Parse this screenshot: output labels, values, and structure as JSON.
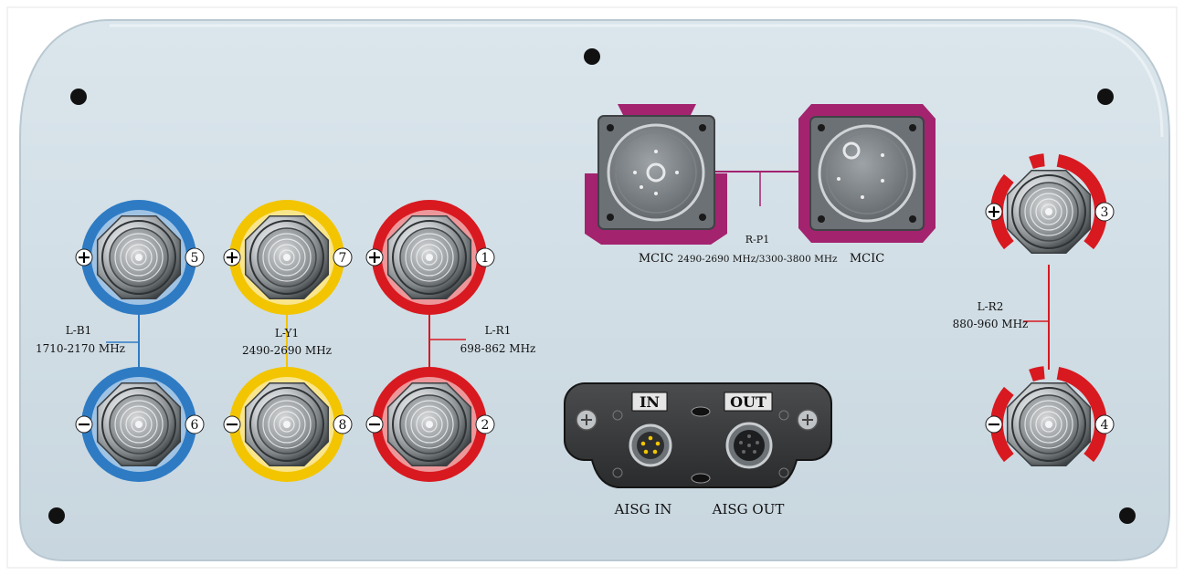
{
  "colors": {
    "blue": "#2e7bc4",
    "yellow": "#f2c500",
    "red": "#d81920",
    "magenta": "#a3236f",
    "panel": "#cfdce4"
  },
  "ports": [
    {
      "id": "5",
      "number": "5",
      "polarity": "+",
      "color": "blue"
    },
    {
      "id": "6",
      "number": "6",
      "polarity": "−",
      "color": "blue"
    },
    {
      "id": "7",
      "number": "7",
      "polarity": "+",
      "color": "yellow"
    },
    {
      "id": "8",
      "number": "8",
      "polarity": "−",
      "color": "yellow"
    },
    {
      "id": "1",
      "number": "1",
      "polarity": "+",
      "color": "red"
    },
    {
      "id": "2",
      "number": "2",
      "polarity": "−",
      "color": "red"
    },
    {
      "id": "3",
      "number": "3",
      "polarity": "+",
      "color": "red"
    },
    {
      "id": "4",
      "number": "4",
      "polarity": "−",
      "color": "red"
    }
  ],
  "bands": {
    "lb1": {
      "name": "L-B1",
      "freq": "1710-2170 MHz"
    },
    "ly1": {
      "name": "L-Y1",
      "freq": "2490-2690 MHz"
    },
    "lr1": {
      "name": "L-R1",
      "freq": "698-862 MHz"
    },
    "lr2": {
      "name": "L-R2",
      "freq": "880-960 MHz"
    },
    "rp1": {
      "name": "R-P1",
      "freq": "2490-2690 MHz/3300-3800 MHz"
    }
  },
  "mcic": {
    "left_label": "MCIC",
    "right_label": "MCIC"
  },
  "aisg": {
    "in_tag": "IN",
    "out_tag": "OUT",
    "in_label": "AISG IN",
    "out_label": "AISG OUT"
  }
}
